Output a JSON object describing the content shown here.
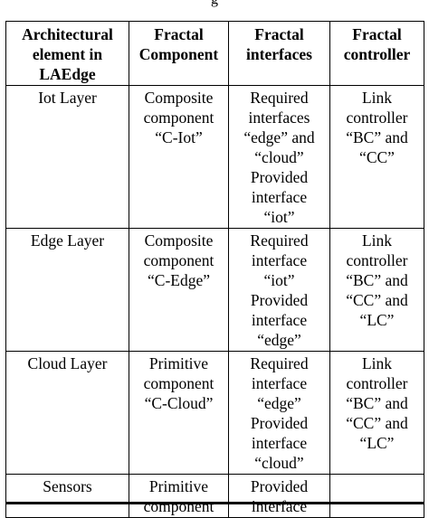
{
  "caption_fragment": "g",
  "table": {
    "headers": [
      [
        "Architectural",
        "element in",
        "LAEdge"
      ],
      [
        "Fractal",
        "Component"
      ],
      [
        "Fractal",
        "interfaces"
      ],
      [
        "Fractal",
        "controller"
      ]
    ],
    "rows": [
      [
        [
          "Iot Layer"
        ],
        [
          "Composite",
          "component",
          "“C-Iot”"
        ],
        [
          "Required",
          "interfaces",
          "“edge” and",
          "“cloud”",
          "Provided",
          "interface",
          "“iot”"
        ],
        [
          "Link",
          "controller",
          "“BC” and",
          "“CC”"
        ]
      ],
      [
        [
          "Edge Layer"
        ],
        [
          "Composite",
          "component",
          "“C-Edge”"
        ],
        [
          "Required",
          "interface",
          "“iot”",
          "Provided",
          "interface",
          "“edge”"
        ],
        [
          "Link",
          "controller",
          "“BC” and",
          "“CC” and",
          "“LC”"
        ]
      ],
      [
        [
          "Cloud Layer"
        ],
        [
          "Primitive",
          "component",
          "“C-Cloud”"
        ],
        [
          "Required",
          "interface",
          "“edge”",
          "Provided",
          "interface",
          "“cloud”"
        ],
        [
          "Link",
          "controller",
          "“BC” and",
          "“CC” and",
          "“LC”"
        ]
      ],
      [
        [
          "Sensors"
        ],
        [
          "Primitive",
          "component"
        ],
        [
          "Provided",
          "interface"
        ],
        []
      ]
    ]
  }
}
